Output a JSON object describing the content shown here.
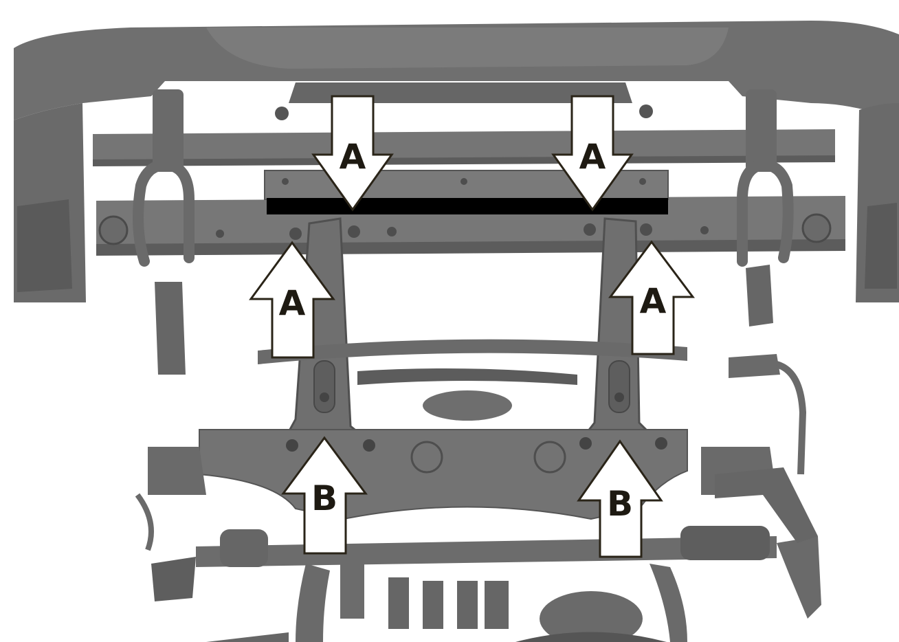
{
  "colors": {
    "metal": "#6f6f6f",
    "metal_dark": "#555555",
    "metal_light": "#8c8c8c",
    "bar_black": "#000000",
    "arrow_fill": "#ffffff",
    "arrow_stroke": "#2a2418",
    "text": "#1e1a12"
  },
  "callouts": [
    {
      "id": "a1",
      "label": "A",
      "direction": "down"
    },
    {
      "id": "a2",
      "label": "A",
      "direction": "down"
    },
    {
      "id": "a3",
      "label": "A",
      "direction": "up"
    },
    {
      "id": "a4",
      "label": "A",
      "direction": "up"
    },
    {
      "id": "b1",
      "label": "B",
      "direction": "up"
    },
    {
      "id": "b2",
      "label": "B",
      "direction": "up"
    }
  ]
}
